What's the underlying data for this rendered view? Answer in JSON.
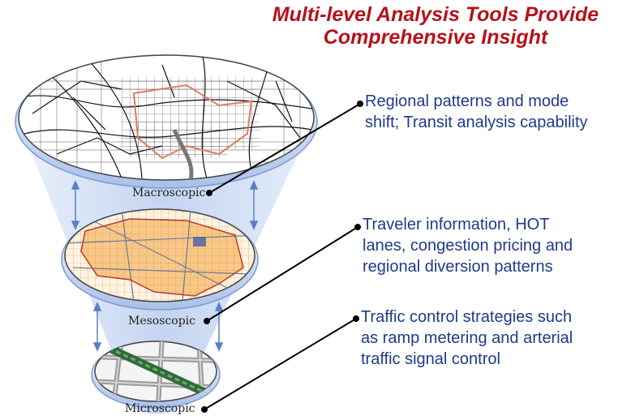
{
  "title": {
    "line1": "Multi-level Analysis Tools Provide",
    "line2": "Comprehensive Insight"
  },
  "levels": [
    {
      "label": "Macroscopic",
      "description": [
        "Regional patterns and mode",
        "shift; Transit analysis capability"
      ]
    },
    {
      "label": "Mesoscopic",
      "description": [
        "Traveler information, HOT",
        "lanes, congestion pricing and",
        "regional diversion patterns"
      ]
    },
    {
      "label": "Microscopic",
      "description": [
        "Traffic control strategies such",
        "as ramp metering and arterial",
        "traffic signal control"
      ]
    }
  ],
  "colors": {
    "title": "#b5121b",
    "description_text": "#1f3a8a",
    "funnel": "#c7d6f0",
    "arrows": "#5b7fc4",
    "mesoscopic_area": "#f5b96a"
  }
}
